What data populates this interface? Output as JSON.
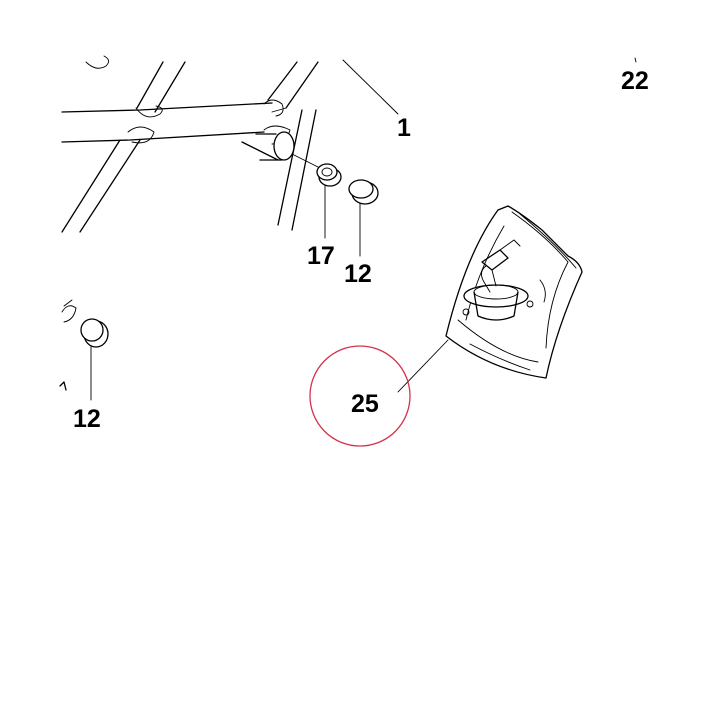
{
  "diagram": {
    "callouts": {
      "frame": "1",
      "part_22": "22",
      "bushing": "17",
      "grommet_a": "12",
      "grommet_b": "12",
      "lamp": "25"
    },
    "highlight_color": "#d4324a"
  }
}
